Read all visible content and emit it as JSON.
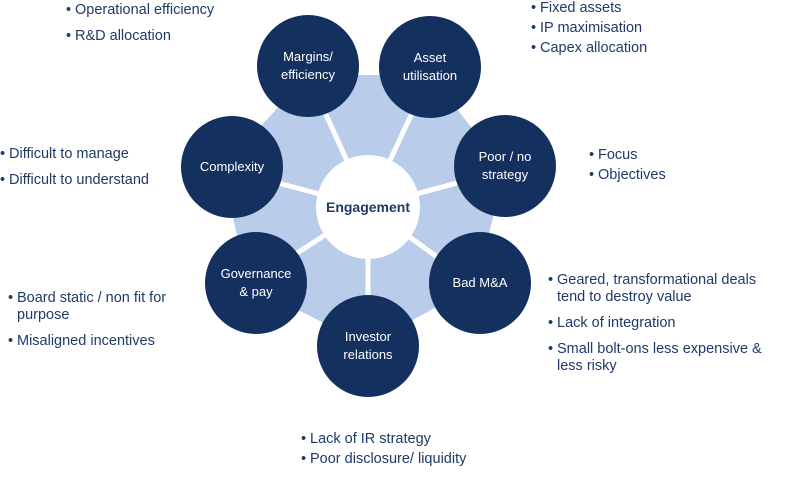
{
  "hub": {
    "label": "Engagement"
  },
  "nodes": [
    {
      "label": "Margins/\nefficiency"
    },
    {
      "label": "Asset\nutilisation"
    },
    {
      "label": "Poor / no\nstrategy"
    },
    {
      "label": "Bad M&A"
    },
    {
      "label": "Investor\nrelations"
    },
    {
      "label": "Governance\n& pay"
    },
    {
      "label": "Complexity"
    }
  ],
  "bullets": {
    "margins": [
      "Operational efficiency",
      "R&D allocation"
    ],
    "asset": [
      "Fixed assets",
      "IP maximisation",
      "Capex allocation"
    ],
    "strategy": [
      "Focus",
      "Objectives"
    ],
    "ma": [
      "Geared, transformational deals tend to destroy value",
      "Lack of integration",
      "Small bolt-ons less expensive & less risky"
    ],
    "investor": [
      "Lack of IR strategy",
      "Poor disclosure/ liquidity"
    ],
    "governance": [
      "Board static / non fit for purpose",
      "Misaligned incentives"
    ],
    "complexity": [
      "Difficult to manage",
      "Difficult to understand"
    ]
  },
  "colors": {
    "node": "#13305f",
    "ring": "#b9cce9",
    "text": "#1f3a68"
  }
}
